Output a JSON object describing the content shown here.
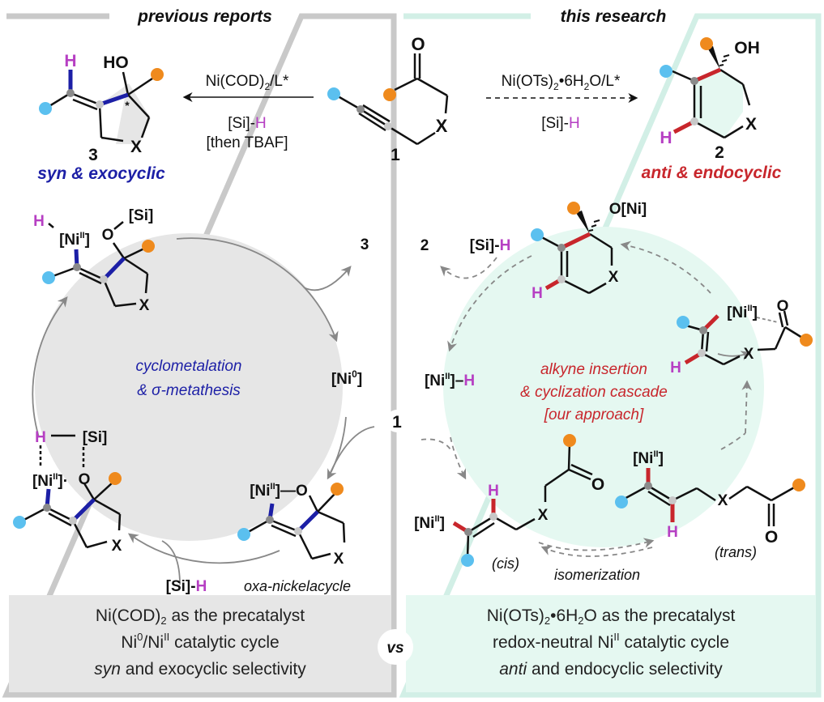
{
  "panels": {
    "left": {
      "header": "previous reports",
      "conditions": {
        "catalyst": "Ni(COD)",
        "catalyst_sub": "2",
        "catalyst_suffix": "/L*",
        "reagent_prefix": "[Si]-",
        "reagent_h": "H",
        "workup": "[then TBAF]"
      },
      "product": {
        "number": "3",
        "label": "syn & exocyclic",
        "h": "H",
        "oh": "HO",
        "x": "X",
        "star": "*"
      },
      "cycle": {
        "title_line1": "cyclometalation",
        "title_line2": "& σ-metathesis",
        "product_out": "3",
        "ni0": "[Ni",
        "ni0_sup": "0",
        "ni_close": "]",
        "substrate_in": "1",
        "silane_prefix": "[Si]-",
        "silane_h": "H",
        "oxa_label": "oxa-nickelacycle",
        "int_top": {
          "h": "H",
          "ni": "[Ni",
          "sup": "II",
          "close": "]",
          "o": "O",
          "si": "[Si]",
          "x": "X"
        },
        "int_left": {
          "h": "H",
          "si": "[Si]",
          "ni": "[Ni",
          "sup": "II",
          "close": "]·",
          "o": "O",
          "x": "X"
        },
        "int_right": {
          "ni": "[Ni",
          "sup": "II",
          "close": "]—O",
          "x": "X"
        }
      },
      "footer": {
        "line1_a": "Ni(COD)",
        "line1_sub": "2",
        "line1_b": " as the precatalyst",
        "line2_a": "Ni",
        "line2_sup1": "0",
        "line2_b": "/Ni",
        "line2_sup2": "II",
        "line2_c": " catalytic cycle",
        "line3_i": "syn",
        "line3_b": " and exocyclic selectivity"
      }
    },
    "right": {
      "header": "this research",
      "conditions": {
        "catalyst_a": "Ni(OTs)",
        "sub1": "2",
        "catalyst_b": "•6H",
        "sub2": "2",
        "catalyst_c": "O/L*",
        "reagent_prefix": "[Si]-",
        "reagent_h": "H"
      },
      "product": {
        "number": "2",
        "label": "anti & endocyclic",
        "h": "H",
        "oh": "OH",
        "x": "X"
      },
      "cycle": {
        "title_line1": "alkyne insertion",
        "title_line2": "& cyclization cascade",
        "title_line3": "[our approach]",
        "product_out": "2",
        "silane_prefix": "[Si]-",
        "silane_h": "H",
        "nih_a": "[Ni",
        "nih_sup": "II",
        "nih_b": "]–",
        "nih_h": "H",
        "isomerization": "isomerization",
        "cis": "(cis)",
        "trans": "(trans)",
        "int_top": {
          "oni": "O[Ni]",
          "h": "H",
          "x": "X"
        },
        "int_right": {
          "ni": "[Ni",
          "sup": "II",
          "close": "]",
          "o": "O",
          "h": "H",
          "x": "X"
        },
        "int_cis": {
          "ni": "[Ni",
          "sup": "II",
          "close": "]",
          "h": "H",
          "o": "O",
          "x": "X"
        },
        "int_trans": {
          "ni": "[Ni",
          "sup": "II",
          "close": "]",
          "h": "H",
          "o": "O",
          "x": "X"
        }
      },
      "footer": {
        "line1_a": "Ni(OTs)",
        "line1_sub1": "2",
        "line1_b": "•6H",
        "line1_sub2": "2",
        "line1_c": "O as the precatalyst",
        "line2_a": "redox-neutral Ni",
        "line2_sup": "II",
        "line2_b": " catalytic cycle",
        "line3_i": "anti",
        "line3_b": " and endocyclic selectivity"
      }
    }
  },
  "substrate": {
    "number": "1",
    "o": "O",
    "x": "X"
  },
  "vs_label": "vs",
  "colors": {
    "syn_blue": "#1c1fa6",
    "anti_red": "#c8262c",
    "hydride_magenta": "#b63fc3",
    "substituent_blue": "#5bc0ef",
    "substituent_orange": "#ef8a1d",
    "left_panel_gray": "#e6e6e6",
    "right_panel_mint": "#e5f8f1",
    "left_border": "#c9c9c9",
    "right_border": "#d2efe6"
  }
}
